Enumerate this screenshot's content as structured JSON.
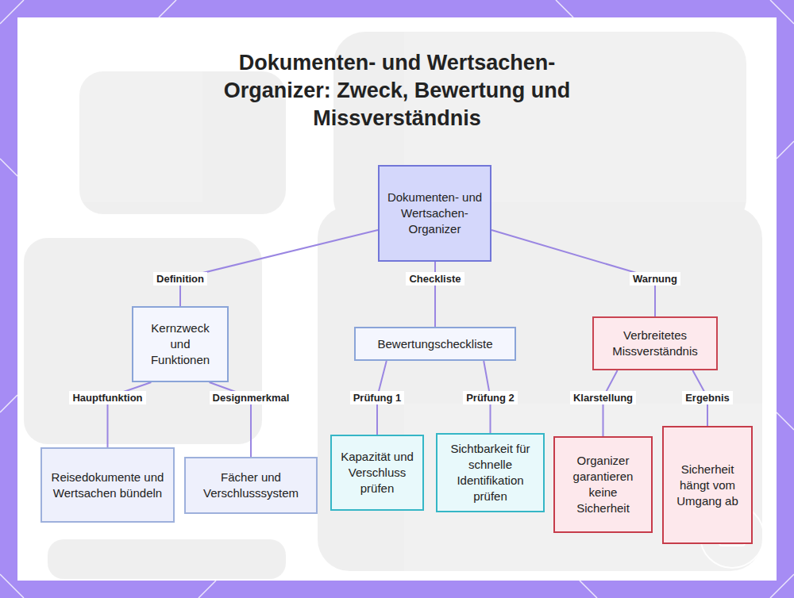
{
  "diagram": {
    "title": "Dokumenten- und Wertsachen-Organizer: Zweck, Bewertung und Missverständnis",
    "nodes": [
      {
        "text": [
          "Dokumenten- und Wertsachen-Organizer"
        ]
      },
      {
        "text": [
          "Kernzweck und Funktionen"
        ]
      },
      {
        "text": [
          "Bewertungscheckliste"
        ]
      },
      {
        "text": [
          "Verbreitetes Missverständnis"
        ]
      },
      {
        "text": [
          "Reisedokumente und Wertsachen bündeln"
        ]
      },
      {
        "text": [
          "Fächer und Verschlusssystem"
        ]
      },
      {
        "text": [
          "Kapazität und Verschluss prüfen"
        ]
      },
      {
        "text": [
          "Sichtbarkeit für schnelle Identifikation prüfen"
        ]
      },
      {
        "text": [
          "Organizer garantieren keine Sicherheit"
        ]
      },
      {
        "text": [
          "Sicherheit hängt vom Umgang ab"
        ]
      }
    ],
    "edges": [
      {
        "from": 0,
        "to": 1,
        "label": "Definition",
        "arrow": "none"
      },
      {
        "from": 0,
        "to": 2,
        "label": "Checkliste",
        "arrow": "none"
      },
      {
        "from": 0,
        "to": 3,
        "label": "Warnung",
        "arrow": "none"
      },
      {
        "from": 1,
        "to": 4,
        "label": "Hauptfunktion",
        "arrow": "none"
      },
      {
        "from": 1,
        "to": 5,
        "label": "Designmerkmal",
        "arrow": "none"
      },
      {
        "from": 2,
        "to": 6,
        "label": "Prüfung 1",
        "arrow": "none"
      },
      {
        "from": 2,
        "to": 7,
        "label": "Prüfung 2",
        "arrow": "none"
      },
      {
        "from": 3,
        "to": 8,
        "label": "Klarstellung",
        "arrow": "none"
      },
      {
        "from": 3,
        "to": 9,
        "label": "Ergebnis",
        "arrow": "none"
      }
    ]
  }
}
